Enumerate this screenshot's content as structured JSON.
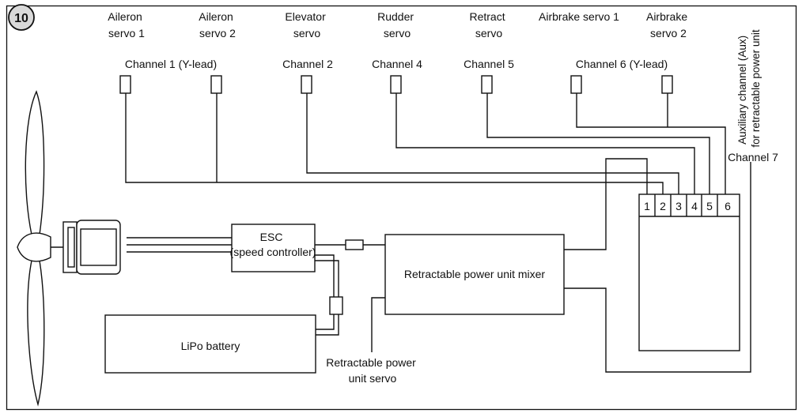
{
  "figure_number": "10",
  "servos": {
    "aileron1": [
      "Aileron",
      "servo 1"
    ],
    "aileron2": [
      "Aileron",
      "servo 2"
    ],
    "elevator": [
      "Elevator",
      "servo"
    ],
    "rudder": [
      "Rudder",
      "servo"
    ],
    "retract": [
      "Retract",
      "servo"
    ],
    "airbrake1": [
      "Airbrake servo 1"
    ],
    "airbrake2": [
      "Airbrake",
      "servo 2"
    ]
  },
  "channels": {
    "ch1": "Channel 1 (Y-lead)",
    "ch2": "Channel 2",
    "ch4": "Channel 4",
    "ch5": "Channel 5",
    "ch6": "Channel 6 (Y-lead)",
    "ch7": "Channel 7"
  },
  "aux_label": [
    "Auxiliary channel (Aux)",
    "for retractable power unit"
  ],
  "receiver_ports": [
    "1",
    "2",
    "3",
    "4",
    "5",
    "6"
  ],
  "esc": [
    "ESC",
    "(speed controller)"
  ],
  "mixer": "Retractable power unit mixer",
  "battery": "LiPo battery",
  "rpu_servo": [
    "Retractable power",
    "unit servo"
  ]
}
